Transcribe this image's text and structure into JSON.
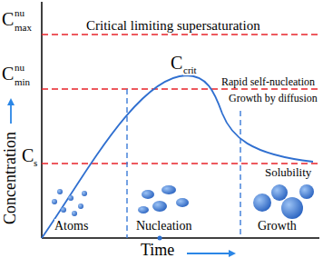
{
  "diagram": {
    "labels": [
      "C",
      "nu",
      "max",
      "Critical limiting supersaturation",
      "C",
      "crit",
      "C",
      "nu",
      "min",
      "Rapid self-nucleation",
      "Growth by diffusion",
      "C",
      "s",
      "Solubility",
      "Concentration",
      "Atoms",
      "Nucleation",
      "Growth",
      "Time"
    ]
  }
}
